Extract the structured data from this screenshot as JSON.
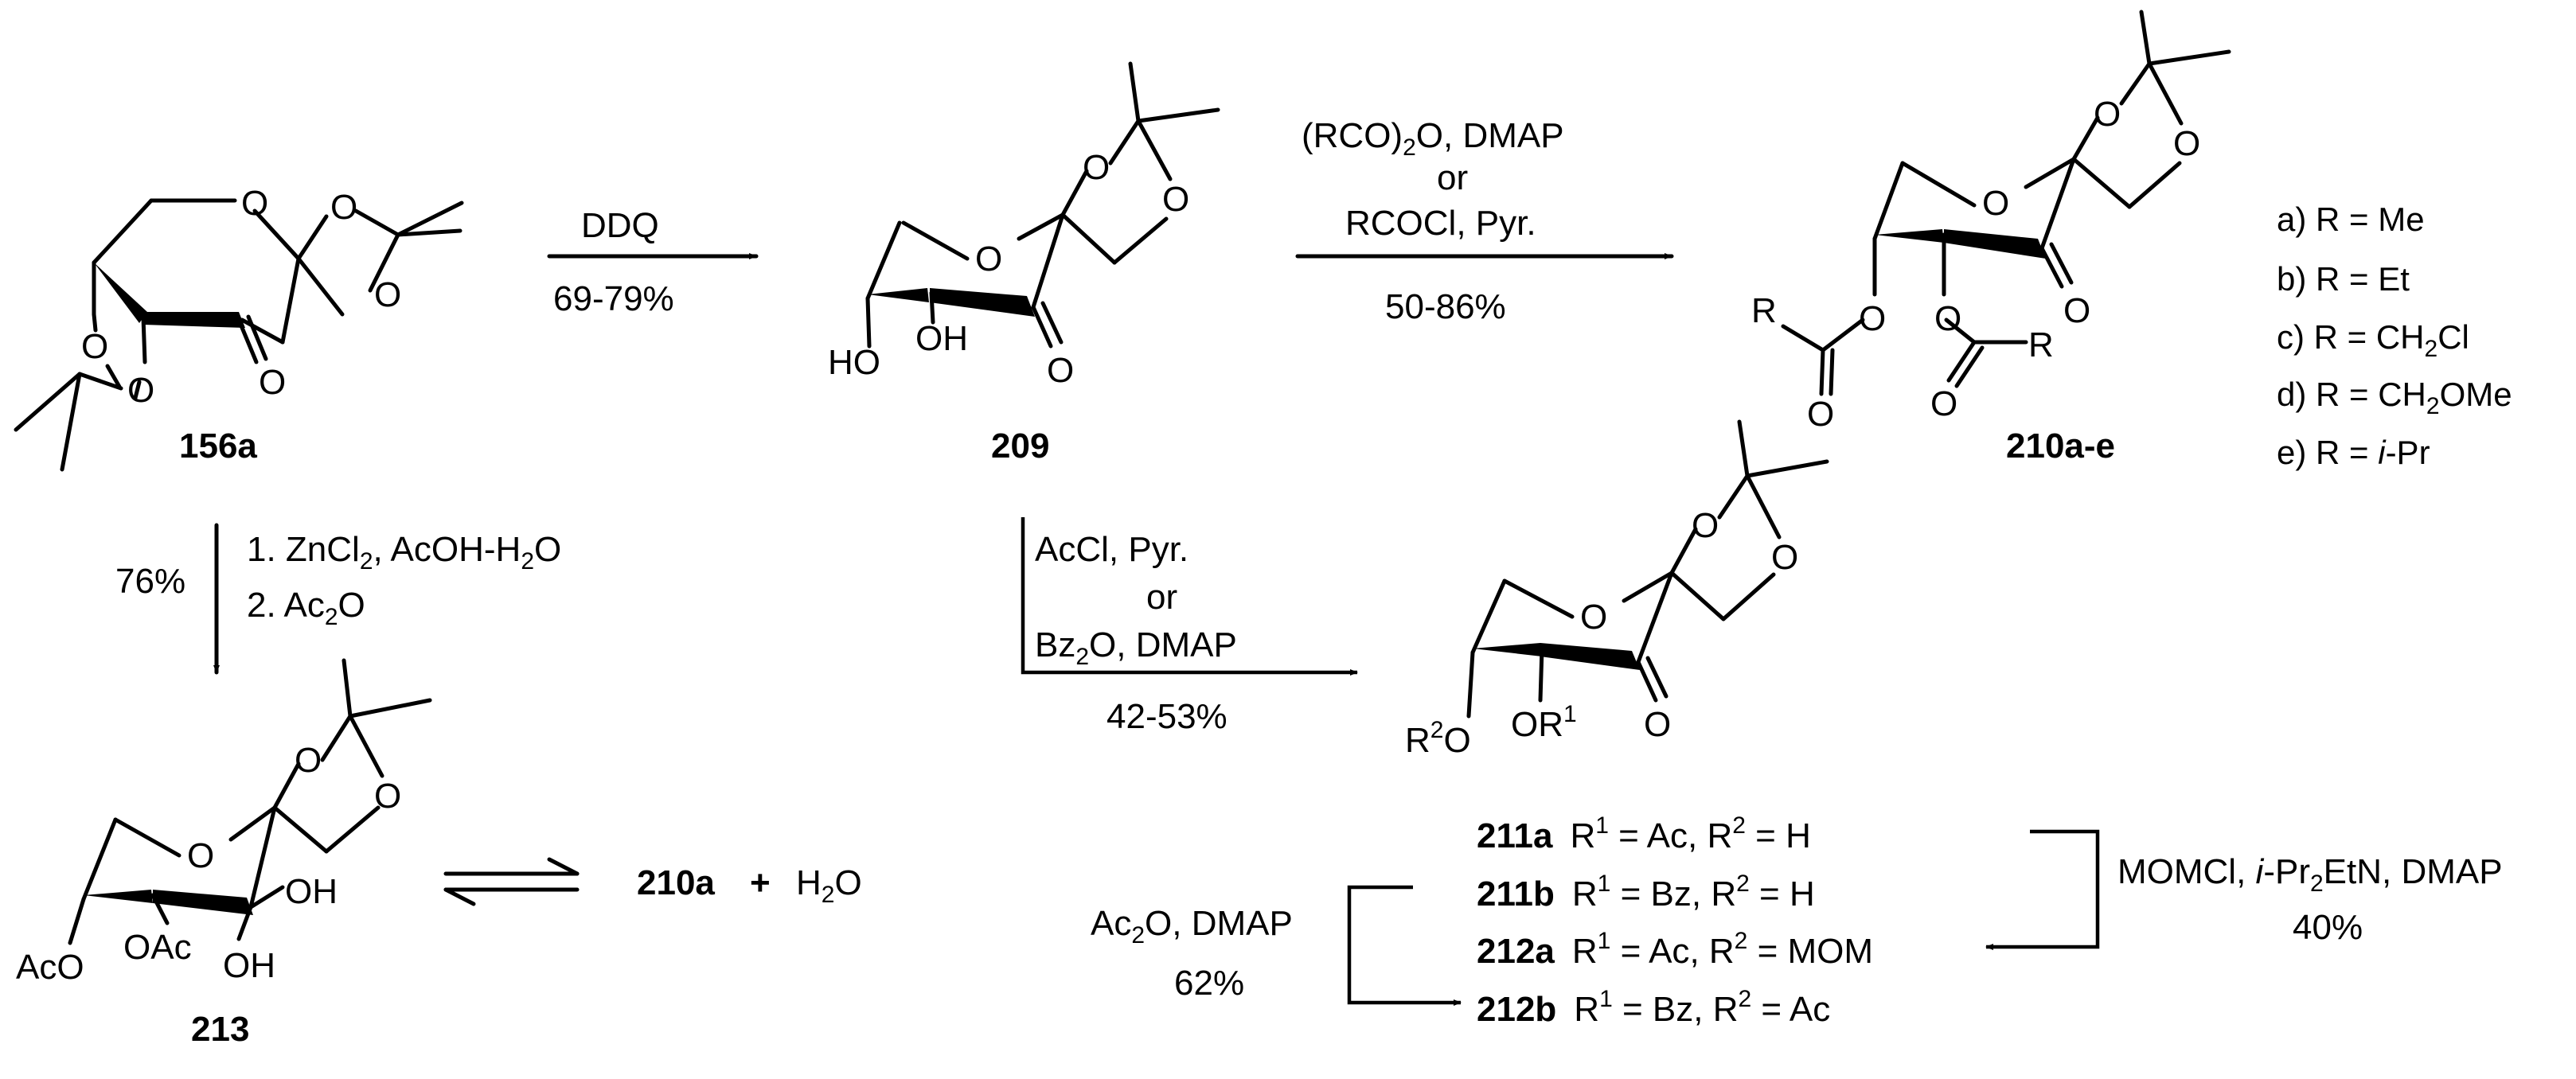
{
  "atoms": {
    "O": "O",
    "HO": "HO",
    "OH": "OH",
    "AcO": "AcO",
    "OAc": "OAc",
    "R": "R",
    "R2O_R": "R",
    "R2O_sup": "2",
    "R2O_O": "O",
    "OR1_O": "OR",
    "OR1_sup": "1"
  },
  "compounds": {
    "c156a": "156a",
    "c209": "209",
    "c210": "210a-e",
    "c213": "213",
    "c211a": "211a",
    "c211b": "211b",
    "c212a": "212a",
    "c212b": "212b",
    "c210a": "210a"
  },
  "plus": "+",
  "water": {
    "H": "H",
    "sub": "2",
    "O": "O"
  },
  "conditions": {
    "ddq": "DDQ",
    "ddq_yield": "69-79%",
    "acyl_line1_a": "(RCO)",
    "acyl_line1_sub": "2",
    "acyl_line1_b": "O, DMAP",
    "acyl_or": "or",
    "acyl_line3": "RCOCl, Pyr.",
    "acyl_yield": "50-86%",
    "zn_line1_a": "1. ZnCl",
    "zn_line1_sub": "2",
    "zn_line1_b": ", AcOH-H",
    "zn_line1_sub2": "2",
    "zn_line1_c": "O",
    "zn_line2_a": "2. Ac",
    "zn_line2_sub": "2",
    "zn_line2_b": "O",
    "zn_yield": "76%",
    "acl_line1": "AcCl, Pyr.",
    "acl_or": "or",
    "acl_line3_a": "Bz",
    "acl_line3_sub": "2",
    "acl_line3_b": "O, DMAP",
    "acl_yield": "42-53%",
    "ac2o_a": "Ac",
    "ac2o_sub": "2",
    "ac2o_b": "O, DMAP",
    "ac2o_yield": "62%",
    "mom_a": "MOMCl, ",
    "mom_i": "i",
    "mom_b": "-Pr",
    "mom_sub": "2",
    "mom_c": "EtN, DMAP",
    "mom_yield": "40%"
  },
  "r_groups": [
    {
      "pre": "a) R = Me",
      "sub": "",
      "post": "",
      "ital": ""
    },
    {
      "pre": "b) R = Et",
      "sub": "",
      "post": "",
      "ital": ""
    },
    {
      "pre": "c) R = CH",
      "sub": "2",
      "post": "Cl",
      "ital": ""
    },
    {
      "pre": "d) R = CH",
      "sub": "2",
      "post": "OMe",
      "ital": ""
    },
    {
      "pre": "e) R = ",
      "sub": "",
      "post": "-Pr",
      "ital": "i"
    }
  ],
  "defs": [
    {
      "r1": "Ac",
      "r2": "H"
    },
    {
      "r1": "Bz",
      "r2": "H"
    },
    {
      "r1": "Ac",
      "r2": "MOM"
    },
    {
      "r1": "Bz",
      "r2": "Ac"
    }
  ],
  "def_text": {
    "R": "R",
    "sup1": "1",
    "sup2": "2",
    "eq": " = ",
    "comma": ", "
  }
}
